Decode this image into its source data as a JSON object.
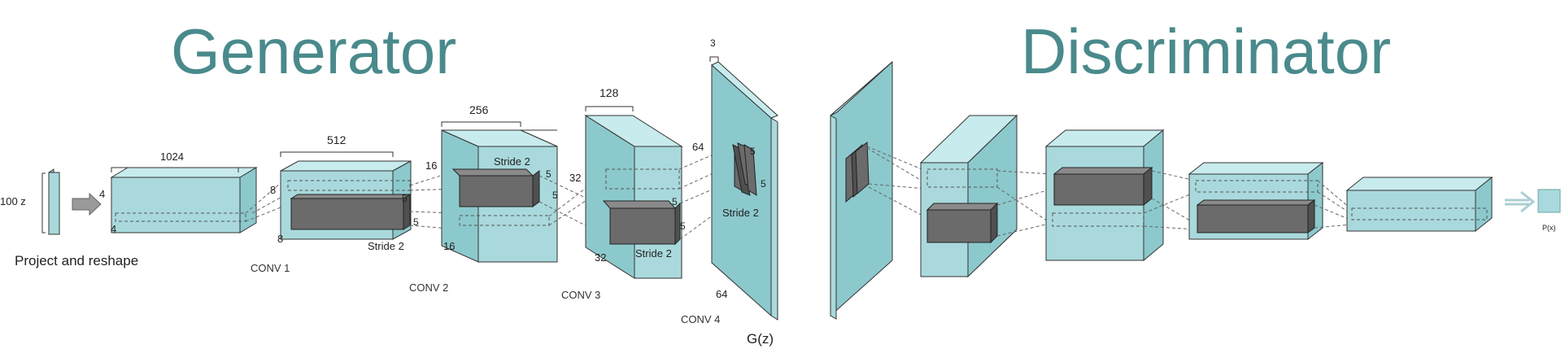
{
  "titles": {
    "generator": "Generator",
    "discriminator": "Discriminator"
  },
  "input": {
    "z_label": "100 z",
    "project_label": "Project and reshape"
  },
  "project": {
    "width": "1024",
    "height": "4",
    "depth": "4"
  },
  "conv1": {
    "width": "512",
    "height": "8",
    "depth": "8",
    "stride": "Stride 2",
    "kernel_a": "5",
    "kernel_b": "5",
    "name": "CONV 1"
  },
  "conv2": {
    "width": "256",
    "height": "16",
    "depth": "16",
    "stride": "Stride 2",
    "kernel_a": "5",
    "kernel_b": "5",
    "name": "CONV 2"
  },
  "conv3": {
    "width": "128",
    "height": "32",
    "depth": "32",
    "stride": "Stride 2",
    "kernel_a": "5",
    "kernel_b": "5",
    "name": "CONV 3"
  },
  "conv4": {
    "width": "3",
    "height": "64",
    "depth": "64",
    "stride": "Stride 2",
    "kernel_a": "5",
    "kernel_b": "5",
    "name": "CONV 4"
  },
  "output": {
    "gz_label": "G(z)",
    "disc_out_label": "P(x)"
  }
}
